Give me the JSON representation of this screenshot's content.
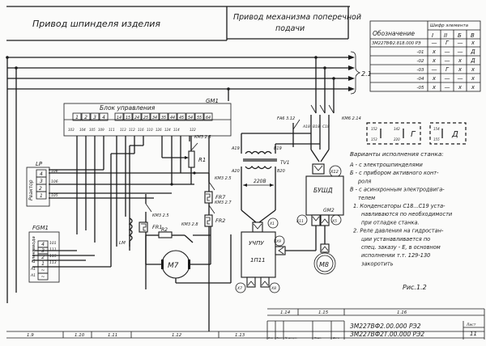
{
  "header": {
    "left_title": "Привод шпинделя изделия",
    "right_title_line1": "Привод механизма поперечной",
    "right_title_line2": "подачи"
  },
  "variants_table": {
    "col_designation": "Обозначение",
    "col_group": "Шифр элемента",
    "columns": [
      "I",
      "II",
      "Б",
      "В"
    ],
    "rows": [
      {
        "name": "3М227ВФ2.818.000 РЭ",
        "cells": [
          "—",
          "Г",
          "—",
          "х"
        ]
      },
      {
        "name": "-01",
        "cells": [
          "х",
          "—",
          "—",
          "Д"
        ]
      },
      {
        "name": "-02",
        "cells": [
          "х",
          "—",
          "х",
          "Д"
        ]
      },
      {
        "name": "-03",
        "cells": [
          "—",
          "Г",
          "х",
          "х"
        ]
      },
      {
        "name": "-04",
        "cells": [
          "х",
          "—",
          "—",
          "х"
        ]
      },
      {
        "name": "-05",
        "cells": [
          "х",
          "—",
          "х",
          "х"
        ]
      }
    ]
  },
  "bus_label": "2.1",
  "control_block": {
    "title": "Блок управления",
    "ref": "GМ1",
    "left_terminals": [
      "1",
      "2",
      "3",
      "4"
    ],
    "right_terminals": [
      "14",
      "15",
      "24",
      "25",
      "34",
      "35",
      "44",
      "45",
      "54",
      "55",
      "64"
    ],
    "wire_labels_left": [
      "103",
      "104",
      "105",
      "109",
      "111"
    ],
    "wire_labels_right": [
      "113",
      "112",
      "116",
      "110",
      "126",
      "124",
      "114",
      "122"
    ]
  },
  "lp_block": {
    "ref": "LP",
    "side_label": "Реактор",
    "terminals": [
      "4",
      "3",
      "2",
      "1"
    ],
    "wires": [
      "106",
      "106",
      "105"
    ]
  },
  "fgm_block": {
    "ref": "FGM1",
    "side_label": "Блок ввода",
    "terminals": [
      "4",
      "3",
      "2",
      "1",
      "~",
      "~"
    ],
    "wires": [
      "101",
      "111",
      "115",
      "113"
    ],
    "inputs": [
      "А1",
      "А1"
    ]
  },
  "components": {
    "km3_labels": [
      "КМ3 2.5",
      "КМ3 2.5",
      "КМ3 2.5",
      "КМ3 2.7",
      "КМ3 2.8"
    ],
    "r1": "R1",
    "r2": "R2",
    "fr1": "FR1",
    "fr7": "FR7",
    "fr2": "FR2",
    "lm": "LМ",
    "motor_m7": "М7",
    "motor_m8": "М8",
    "node_labels": [
      "101",
      "104",
      "118",
      "С1",
      "101",
      "С2",
      "С1а",
      "112"
    ],
    "fa6": "FА6 3.12",
    "km6": "КМ6 2.14",
    "phase_labels": [
      "А18",
      "В18",
      "С18"
    ],
    "tv1": "ТV1",
    "tv_labels": [
      "А19",
      "В19",
      "А20",
      "В20"
    ],
    "voltage": "220В",
    "bushd": "БУШД",
    "gm2": "GМ2",
    "uchpu_line1": "УЧПУ",
    "uchpu_line2": "1П11",
    "connectors": [
      "Х12",
      "Х1",
      "Х11",
      "Х5",
      "Х9",
      "Х7",
      "Х8"
    ]
  },
  "jumpers": {
    "g_box": {
      "letter": "Г",
      "pins": [
        "152",
        "153",
        "142",
        "220"
      ]
    },
    "d_box": {
      "letter": "Д",
      "pins": [
        "154",
        "155"
      ]
    }
  },
  "notes": {
    "title": "Варианты исполнения станка:",
    "lines": [
      "А - с электрошпинделями",
      "Б - с прибором активного конт-",
      "роля",
      "В - с асинхронным электродвига-",
      "телем",
      "1. Конденсаторы С18...С19 уста-",
      "навливаются по необходимости",
      "при отладке станка.",
      "2. Реле давления на гидростан-",
      "ции устанавливается по",
      "спец. заказу - Е, в основном",
      "исполнении т.т. 129-130",
      "закоротить"
    ],
    "figure": "Рис.1.2"
  },
  "title_block": {
    "sheet_cols_bottom": [
      "1.9",
      "1.10",
      "1.11",
      "1.12",
      "1.13"
    ],
    "sheet_cols_top": [
      "1.14",
      "1.15",
      "1.16"
    ],
    "stamp_headers": [
      "Изм",
      "Лист",
      "№ докум.",
      "Подп.",
      "Дата"
    ],
    "doc_line1": "3М227ВФ2.00.000 РЭ2",
    "doc_line2": "3М227ВФ2Т.00.000 РЭ2",
    "sheet_label": "Лист",
    "sheet_number": "11"
  }
}
